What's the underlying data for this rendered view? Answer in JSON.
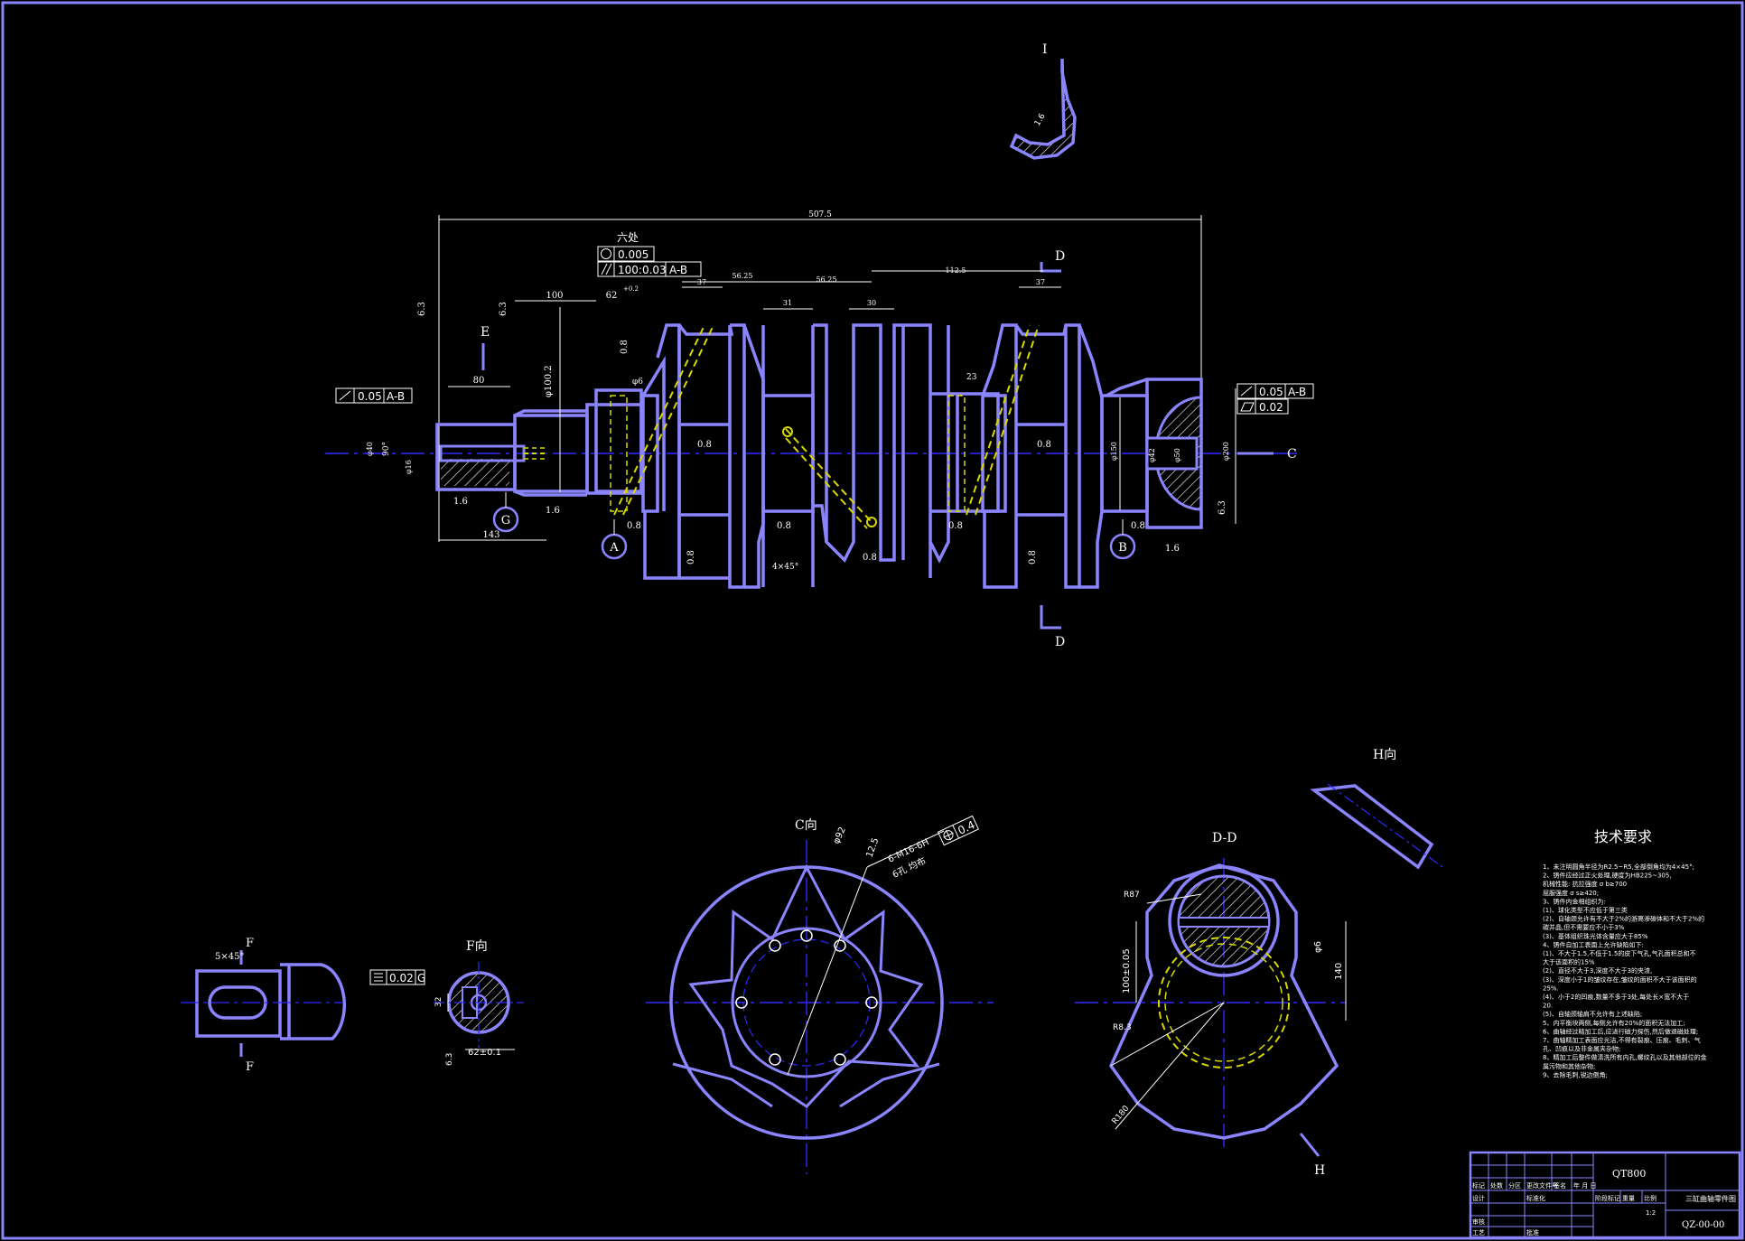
{
  "colors": {
    "background": "#000000",
    "geometry": "#8a85ff",
    "text": "#ffffff",
    "centerline": "#2b2bff",
    "oil_hole": "#d8d800",
    "hatch": "#ffffff"
  },
  "views": {
    "detail_i": "I",
    "section_e": "E",
    "section_d_top": "D",
    "section_d_bottom": "D",
    "view_c_arrow": "C",
    "view_c": "C向",
    "view_dd": "D-D",
    "view_h": "H向",
    "view_h_arrow": "H",
    "view_f": "F向",
    "view_f_arrow_top": "F",
    "view_f_arrow_bottom": "F"
  },
  "datums": {
    "a": "A",
    "b": "B",
    "g": "G"
  },
  "dimensions": {
    "overall_length": "507.5",
    "len_100": "100",
    "len_80": "80",
    "len_143": "143",
    "dia_1002": "φ100.2",
    "dia_62": "62",
    "dia_62_tol": "+0.2",
    "dia_6": "φ6",
    "dim_5625_a": "56.25",
    "dim_5625_b": "56.25",
    "dim_1125": "112.5",
    "dim_37": "37",
    "dim_31": "31",
    "dim_30": "30",
    "dim_37b": "37",
    "angle_90": "90°",
    "dia_16": "φ16",
    "dia_40": "φ40",
    "dia_150": "φ150",
    "dia_42": "φ42",
    "dia_50": "φ50",
    "dia_200": "φ200",
    "r_23": "23",
    "chamfer_4x45": "4×45°",
    "f_chamfer": "5×45°",
    "f_dim_32": "32",
    "f_dim_62": "62±0.1",
    "c_dia": "φ92",
    "c_thread": "6-M16-6H",
    "c_holes": "6孔 均布",
    "c_rough": "12.5",
    "dd_r87": "R87",
    "dd_r83": "R8.3",
    "dd_r180": "R180",
    "dd_100": "100±0.05",
    "dd_140": "140",
    "dd_phi6": "φ6"
  },
  "roughness": {
    "r_63a": "6.3",
    "r_63b": "6.3",
    "r_08a": "0.8",
    "r_16a": "1.6",
    "r_16b": "1.6",
    "r_08b": "0.8",
    "r_08c": "0.8",
    "r_08d": "0.8",
    "r_08e": "0.8",
    "r_08f": "0.8",
    "r_08g": "0.8",
    "r_08h": "0.8",
    "r_08i": "0.8",
    "r_08j": "0.8",
    "r_16c": "1.6",
    "r_63c": "6.3",
    "r_63d": "6.3",
    "r_16detail": "1.6"
  },
  "tolerances": {
    "six_places": "六处",
    "circularity": "0.005",
    "parallelism": "100:0.03",
    "parallelism_ref": "A-B",
    "runout_left": "0.05",
    "runout_left_ref": "A-B",
    "runout_right": "0.05",
    "runout_right_ref": "A-B",
    "flatness_right": "0.02",
    "sym_f": "0.02",
    "sym_f_ref": "G",
    "pos_c": "0.4"
  },
  "tech_requirements": {
    "title": "技术要求",
    "lines": [
      "1、未注明圆角半径为R2.5~R5,全部倒角均为4×45°;",
      "2、铸件应经过正火处理,硬度为HB225~305,",
      "机械性能: 抗拉强度 σ b≥700",
      "        屈服强度 σ s≥420;",
      "3、铸件内金相组织为:",
      "(1)、球化类型不应低于第三类",
      "(2)、自轴颈允许有不大于2%的游离渗碳体和不大于2%的",
      "碳并晶,但不需要应不小于3%",
      "(3)、基体组织珠光体含量应大于85%",
      "4、铸件自加工表面上允许缺陷如下:",
      "(1)、不大于1.5,不低于1.5的皮下气孔,气孔面积总和不",
      "大于该面积的15%",
      "(2)、直径不大于3,深度不大于3的夹渣,",
      "(3)、深度小于1的皱纹存在,皱纹的面积不大于该面积的",
      "25%.",
      "(4)、小于2的凹痕,数量不多于3处,每处长×宽不大于",
      "20.",
      "(5)、自轴颈轴肩不允许有上述缺陷;",
      "5、内平衡块两侧,每侧允许有20%的面积无法加工;",
      "6、曲轴经过精加工后,应进行磁力探伤,然后做退磁处理;",
      "7、曲轴精加工表面应光洁,不得有裂痕、压痕、毛刺、气",
      "孔、凹痕以及非金属夹杂物;",
      "8、精加工后整件做清洗所有内孔,螺纹孔以及其他部位的金",
      "属污物和其他杂物;",
      "9、去除毛刺,锐边倒角;"
    ]
  },
  "title_block": {
    "material": "QT800",
    "part_name": "三缸曲轴零件图",
    "drawing_no": "QZ-00-00",
    "scale": "1:2",
    "col_mark": "标记",
    "col_count": "处数",
    "col_zone": "分区",
    "col_doc": "更改文件号",
    "col_sign": "签名",
    "col_date": "年 月 日",
    "row_design": "设计",
    "row_check": "审核",
    "row_process": "工艺",
    "row_std": "标准化",
    "row_approve": "批准",
    "stage_mark": "阶段标记",
    "weight": "重量",
    "ratio": "比例"
  }
}
